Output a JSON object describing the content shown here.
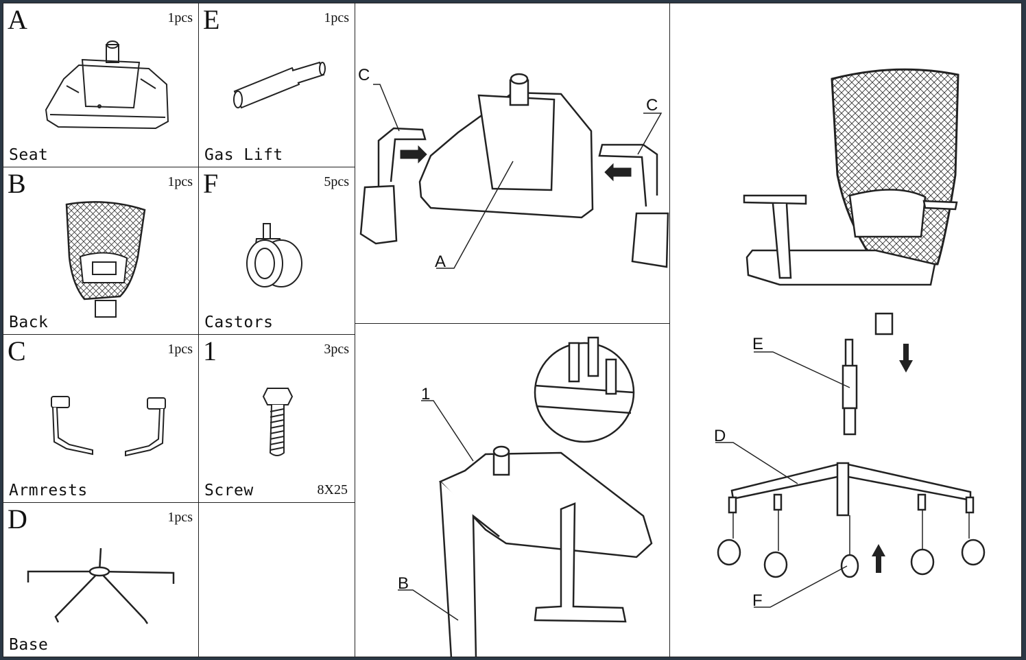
{
  "parts": [
    {
      "letter": "A",
      "qty": "1pcs",
      "name": "Seat"
    },
    {
      "letter": "E",
      "qty": "1pcs",
      "name": "Gas Lift"
    },
    {
      "letter": "B",
      "qty": "1pcs",
      "name": "Back"
    },
    {
      "letter": "F",
      "qty": "5pcs",
      "name": "Castors"
    },
    {
      "letter": "C",
      "qty": "1pcs",
      "name": "Armrests"
    },
    {
      "letter": "1",
      "qty": "3pcs",
      "name": "Screw",
      "size": "8X25"
    },
    {
      "letter": "D",
      "qty": "1pcs",
      "name": "Base"
    }
  ],
  "step1": {
    "callouts": [
      "C",
      "C",
      "A"
    ]
  },
  "step2": {
    "callouts": [
      "1",
      "B"
    ]
  },
  "step3": {
    "callouts": [
      "E",
      "D",
      "F"
    ]
  },
  "colors": {
    "frame": "#2b3845",
    "line": "#222222",
    "background": "#ffffff"
  }
}
